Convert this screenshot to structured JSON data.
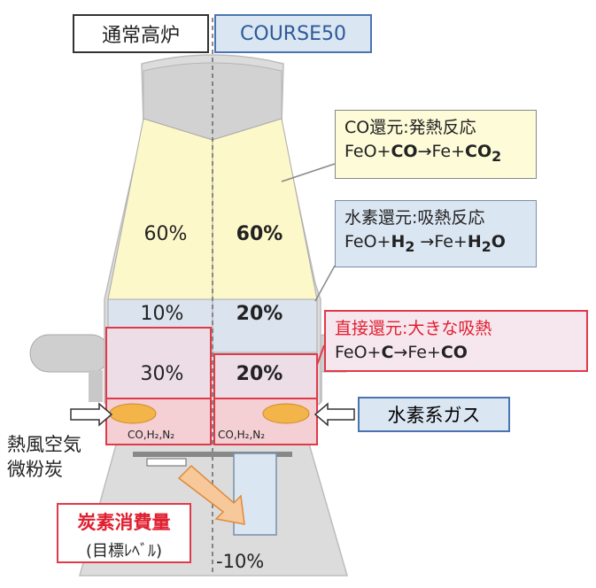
{
  "titles": {
    "conventional": "通常高炉",
    "course50": "COURSE50"
  },
  "furnace": {
    "left": {
      "co_pct": "60%",
      "h2_pct": "10%",
      "direct_pct": "30%",
      "tuyere_gas": "CO,H₂,N₂"
    },
    "right": {
      "co_pct": "60%",
      "h2_pct": "20%",
      "direct_pct": "20%",
      "tuyere_gas": "CO,H₂,N₂"
    }
  },
  "callouts": {
    "co": {
      "title": "CO還元:発熱反応",
      "formula_a": "FeO+",
      "formula_b": "CO",
      "formula_c": "→Fe+",
      "formula_d": "CO",
      "formula_sub": "2"
    },
    "h2": {
      "title": "水素還元:吸熱反応",
      "formula_a": "FeO+",
      "formula_b": "H",
      "formula_b_sub": "2",
      "formula_c": " →Fe+",
      "formula_d": "H",
      "formula_d_sub": "2",
      "formula_e": "O"
    },
    "direct": {
      "title": "直接還元:大きな吸熱",
      "formula_a": "FeO+",
      "formula_b": "C",
      "formula_c": "→Fe+",
      "formula_d": "CO"
    }
  },
  "inputs": {
    "hot_blast_1": "熱風空気",
    "hot_blast_2": "微粉炭",
    "hydrogen_gas": "水素系ガス"
  },
  "carbon": {
    "title": "炭素消費量",
    "subtitle": "(目標ﾚﾍﾞﾙ)",
    "reduction": "-10%"
  },
  "colors": {
    "yellow_zone": "#fcf8c9",
    "blue_zone": "#dbe3ef",
    "pink_zone": "#ecdde6",
    "red_line": "#e03a4a",
    "course_blue": "#4a74b0",
    "oval_orange": "#f3b54a"
  }
}
